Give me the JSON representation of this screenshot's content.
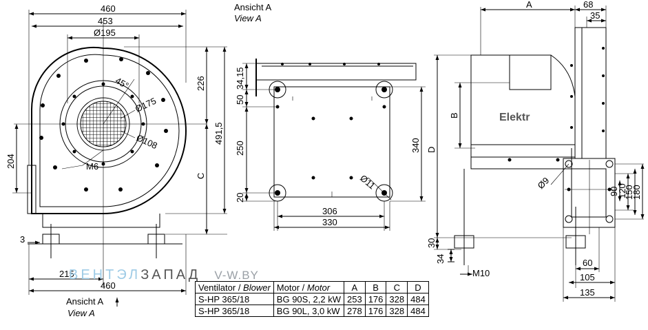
{
  "view_a": {
    "title": "Ansicht A",
    "subtitle": "View A"
  },
  "left_view": {
    "dims": {
      "width_total": "460",
      "width_inner": "453",
      "diameter_inlet": "Ø195",
      "angle": "45°",
      "diameter_175": "Ø175",
      "diameter_108": "Ø108",
      "thread": "M6",
      "height_226": "226",
      "height_4915": "491,5",
      "height_c": "C",
      "height_204": "204",
      "offset_3": "3",
      "offset_215": "215",
      "base_width": "460"
    },
    "view_marker": {
      "title": "Ansicht A",
      "subtitle": "View A"
    }
  },
  "middle_view": {
    "dims": {
      "d_3415": "34,15",
      "d_50": "50",
      "d_250": "250",
      "d_20": "20",
      "d_340": "340",
      "d_306": "306",
      "d_330": "330",
      "hole": "Ø11"
    }
  },
  "right_view": {
    "dims": {
      "a": "A",
      "d_68": "68",
      "d_35": "35",
      "b": "B",
      "d": "D",
      "label_elektr": "Elektr",
      "hole": "Ø9",
      "d_90": "90",
      "d_120": "120",
      "d_150": "150",
      "d_180": "180",
      "d_30": "30",
      "d_34": "34",
      "thread": "M10",
      "d_60": "60",
      "d_105": "105",
      "d_135": "135"
    }
  },
  "watermark": {
    "main_blue": "ВЕНТЭЛ",
    "main_dark": "ЗАПАД",
    "site": "V-W.BY"
  },
  "table": {
    "headers": {
      "fan": "Ventilator / ",
      "fan_it": "Blower",
      "motor": "Motor / ",
      "motor_it": "Motor",
      "a": "A",
      "b": "B",
      "c": "C",
      "d": "D"
    },
    "rows": [
      {
        "fan": "S-HP 365/18",
        "motor": "BG 90S, 2,2 kW",
        "a": "253",
        "b": "176",
        "c": "328",
        "d": "484"
      },
      {
        "fan": "S-HP 365/18",
        "motor": "BG 90L, 3,0 kW",
        "a": "278",
        "b": "176",
        "c": "328",
        "d": "484"
      }
    ]
  }
}
